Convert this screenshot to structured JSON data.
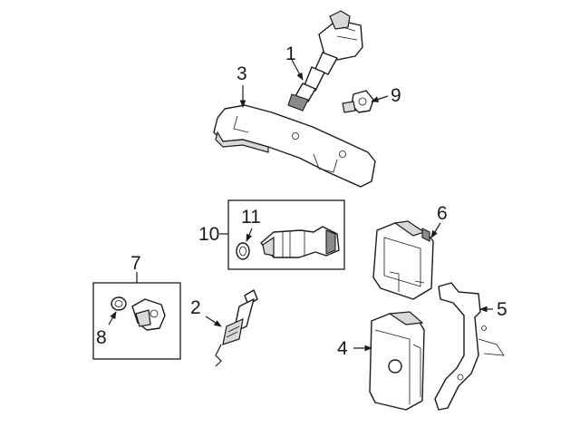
{
  "callouts": {
    "c1": "1",
    "c2": "2",
    "c3": "3",
    "c4": "4",
    "c5": "5",
    "c6": "6",
    "c7": "7",
    "c8": "8",
    "c9": "9",
    "c10": "10",
    "c11": "11"
  },
  "colors": {
    "ink": "#1a1a1a",
    "fill": "#ffffff",
    "shade": "#d9d9d9"
  }
}
